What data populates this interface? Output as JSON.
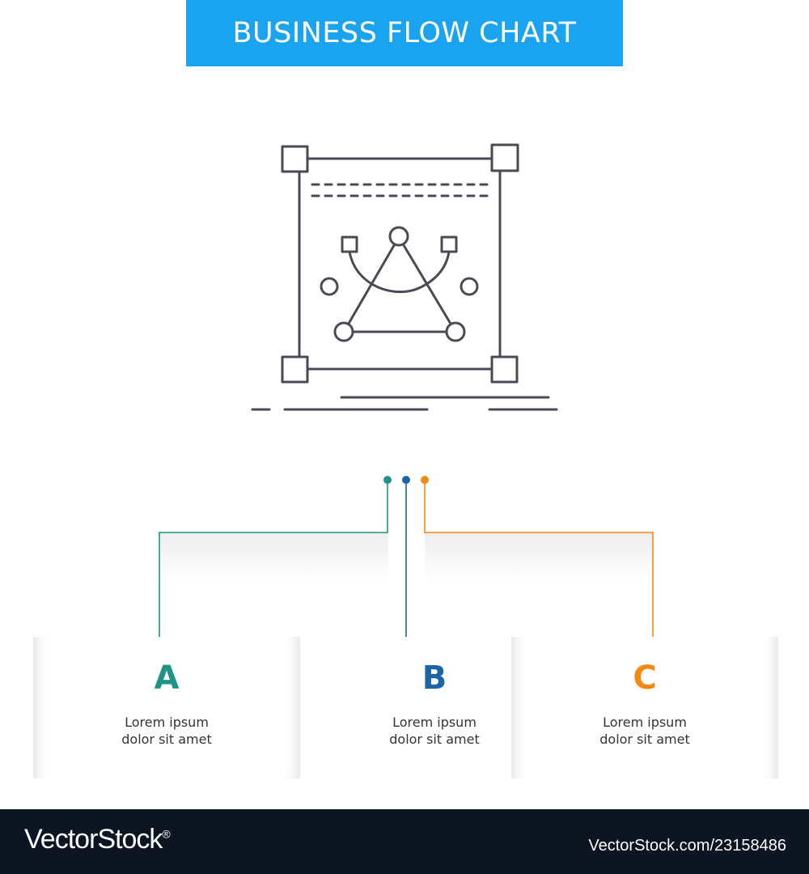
{
  "title": "BUSINESS FLOW CHART",
  "colors": {
    "banner": "#1aa3ef",
    "icon_stroke": "#4a4a55",
    "step_a": "#1f9486",
    "step_b": "#1d64a7",
    "step_c": "#f28a12",
    "footer": "#0d1523"
  },
  "icon": {
    "name": "vector-edit-icon"
  },
  "steps": [
    {
      "letter": "A",
      "line1": "Lorem ipsum",
      "line2": "dolor sit amet"
    },
    {
      "letter": "B",
      "line1": "Lorem ipsum",
      "line2": "dolor sit amet"
    },
    {
      "letter": "C",
      "line1": "Lorem ipsum",
      "line2": "dolor sit amet"
    }
  ],
  "footer": {
    "brand": "VectorStock",
    "registered": "®",
    "id": "VectorStock.com/23158486"
  }
}
